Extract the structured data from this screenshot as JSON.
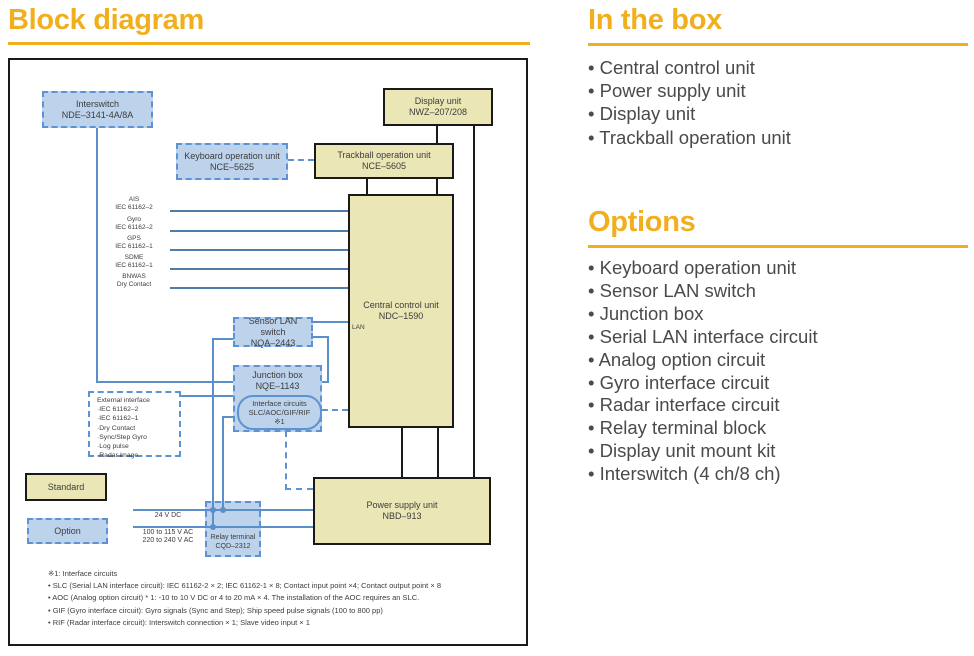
{
  "colors": {
    "accent": "#F1AF1D",
    "standard_fill": "#EAE6B5",
    "option_fill": "#BDD2EB",
    "option_border": "#5E93D1",
    "line_blue": "#5B8FCC",
    "signal_blue": "#4E7DA8",
    "text": "#3C3C3C"
  },
  "left": {
    "title": "Block diagram"
  },
  "right": {
    "in_the_box_title": "In the box",
    "in_the_box": [
      "• Central control unit",
      "• Power supply unit",
      "• Display unit",
      "• Trackball operation unit"
    ],
    "options_title": "Options",
    "options": [
      "• Keyboard operation unit",
      "• Sensor LAN switch",
      "• Junction box",
      "• Serial LAN interface circuit",
      "• Analog option circuit",
      "• Gyro interface circuit",
      "• Radar interface circuit",
      "• Relay terminal block",
      "• Display unit mount kit",
      "• Interswitch (4 ch/8 ch)"
    ]
  },
  "diagram": {
    "interswitch": {
      "name": "Interswitch",
      "model": "NDE–3141-4A/8A"
    },
    "display": {
      "name": "Display unit",
      "model": "NWZ–207/208"
    },
    "keyboard": {
      "name": "Keyboard operation unit",
      "model": "NCE–5625"
    },
    "trackball": {
      "name": "Trackball operation unit",
      "model": "NCE–5605"
    },
    "ccu": {
      "name": "Central control unit",
      "model": "NDC–1590",
      "port": "LAN"
    },
    "sensor_lan": {
      "name": "Sensor LAN switch",
      "model": "NQA–2443"
    },
    "junction": {
      "name": "Junction box",
      "model": "NQE–1143"
    },
    "interface_circuits": {
      "line1": "Interface circuits",
      "line2": "SLC/AOC/GIF/RIF",
      "line3": "※1"
    },
    "psu": {
      "name": "Power supply unit",
      "model": "NBD–913"
    },
    "relay": {
      "name": "Relay terminal",
      "model": "CQD–2312"
    },
    "legend": {
      "standard": "Standard",
      "option": "Option"
    },
    "signals": [
      {
        "name": "AIS",
        "spec": "IEC 61162–2"
      },
      {
        "name": "Gyro",
        "spec": "IEC 61162–2"
      },
      {
        "name": "GPS",
        "spec": "IEC 61162–1"
      },
      {
        "name": "SDME",
        "spec": "IEC 61162–1"
      },
      {
        "name": "BNWAS",
        "spec": "Dry Contact"
      }
    ],
    "external_interface": {
      "title": "External interface",
      "items": [
        "·IEC 61162–2",
        "·IEC 61162–1",
        "·Dry Contact",
        "·Sync/Step Gyro",
        "·Log pulse",
        "·Radar image"
      ]
    },
    "power": {
      "dc": "24 V DC",
      "ac1": "100 to 115 V AC",
      "ac2": "220 to 240 V AC"
    },
    "footnote_title": "※1: Interface circuits",
    "footnotes": [
      "• SLC (Serial LAN interface circuit): IEC 61162-2 × 2; IEC 61162-1 × 8; Contact input point ×4; Contact output point × 8",
      "• AOC (Analog option circuit) * 1: -10 to 10 V DC or 4 to 20 mA × 4. The installation of the AOC requires an SLC.",
      "• GIF (Gyro interface circuit): Gyro signals (Sync and Step); Ship speed pulse signals (100 to 800 pp)",
      "• RIF (Radar interface circuit): Interswitch connection × 1; Slave video input × 1"
    ]
  }
}
